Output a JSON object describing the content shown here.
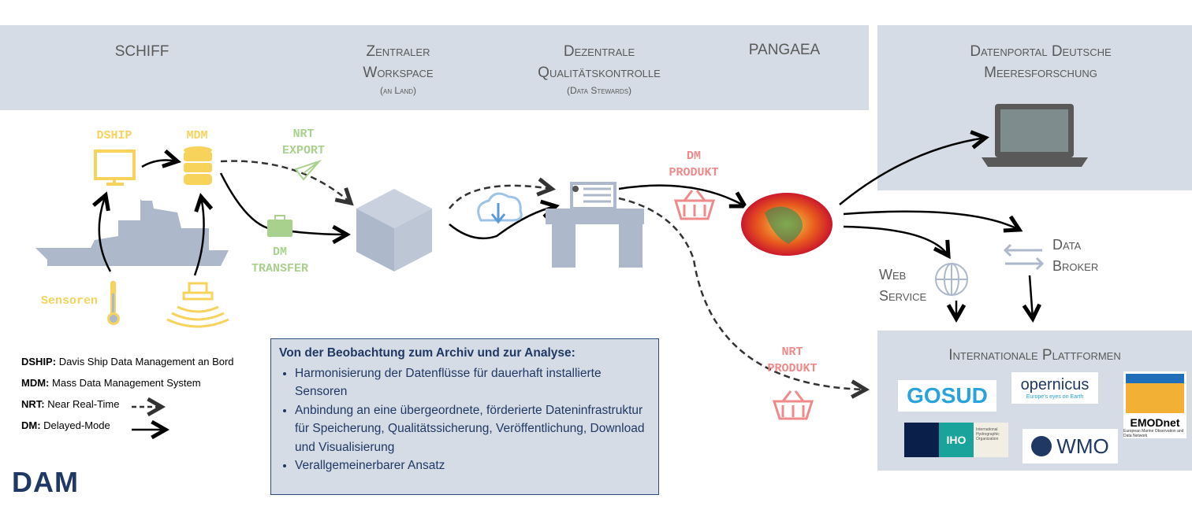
{
  "headers": {
    "schiff": "SCHIFF",
    "workspace": {
      "line1": "Zentraler",
      "line2": "Workspace",
      "sub": "(an Land)"
    },
    "qc": {
      "line1": "Dezentrale",
      "line2": "Qualitätskontrolle",
      "sub": "(Data Stewards)"
    },
    "pangaea": "PANGAEA",
    "portal": {
      "line1": "Datenportal Deutsche",
      "line2": "Meeresforschung"
    }
  },
  "labels": {
    "dship": "DSHIP",
    "mdm": "MDM",
    "sensoren": "Sensoren",
    "nrt_export": [
      "NRT",
      "EXPORT"
    ],
    "dm_transfer": [
      "DM",
      "TRANSFER"
    ],
    "dm_produkt": [
      "DM",
      "PRODUKT"
    ],
    "nrt_produkt": [
      "NRT",
      "PRODUKT"
    ],
    "web_service": [
      "Web",
      "Service"
    ],
    "data_broker": [
      "Data",
      "Broker"
    ]
  },
  "legend": [
    {
      "key": "DSHIP:",
      "text": "Davis Ship Data Management an Bord"
    },
    {
      "key": "MDM:",
      "text": "Mass Data Management System"
    },
    {
      "key": "NRT:",
      "text": "Near Real-Time"
    },
    {
      "key": "DM:",
      "text": "Delayed-Mode"
    }
  ],
  "summary": {
    "title": "Von der Beobachtung zum Archiv und zur Analyse:",
    "bullets": [
      "Harmonisierung der Datenflüsse für dauerhaft installierte Sensoren",
      "Anbindung an eine übergeordnete, förderierte Dateninfrastruktur für Speicherung, Qualitätssicherung, Veröffentlichung, Download und Visualisierung",
      "Verallgemeinerbarer Ansatz"
    ]
  },
  "platforms": {
    "title": "Internationale Plattformen",
    "logos": {
      "gosud": "GOSUD",
      "copernicus": "opernicus",
      "copernicus_tag": "Europe's eyes on Earth",
      "emodnet": "EMODnet",
      "emodnet_tag": "European Marine Observation and Data Network",
      "iho": "IHO",
      "iho_tag": "International Hydrographic Organization",
      "wmo": "WMO"
    }
  },
  "brand": "DAM",
  "colors": {
    "band": "#d6dce5",
    "ship": "#adb9ca",
    "onboard": "#f7d35c",
    "transfer": "#a9d18e",
    "product": "#f08a8a",
    "text_box": "#1f3864"
  }
}
